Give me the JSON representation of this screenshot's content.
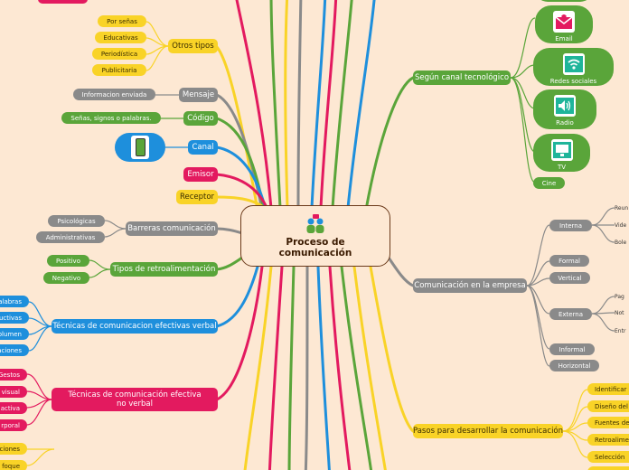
{
  "central": {
    "title": "Proceso de\ncomunicación",
    "icon": "people-communication-icon"
  },
  "left": {
    "otros_tipos": {
      "label": "Otros tipos",
      "children": [
        "Por señas",
        "Educativas",
        "Periodística",
        "Publicitaria"
      ]
    },
    "mensaje": {
      "label": "Mensaje",
      "children": [
        "Informacion enviada"
      ]
    },
    "codigo": {
      "label": "Código",
      "children": [
        "Señas, signos o palabras."
      ]
    },
    "canal": {
      "label": "Canal",
      "icon": "mobile-phone-icon"
    },
    "emisor": {
      "label": "Emisor"
    },
    "receptor": {
      "label": "Receptor"
    },
    "barreras": {
      "label": "Barreras comunicación",
      "children": [
        "Psicológicas",
        "Administrativas"
      ]
    },
    "retro": {
      "label": "Tipos de retroalimentación",
      "children": [
        "Positivo",
        "Negativo"
      ]
    },
    "verbal": {
      "label": "Técnicas  de comunicacion efectivas verbal",
      "children": [
        "palabras",
        "uctivas",
        "olumen",
        "aciones"
      ]
    },
    "no_verbal": {
      "label": "Técnicas de comunicación efectiva no verbal",
      "children": [
        "Gestos",
        "visual",
        "activa",
        "rporal"
      ]
    },
    "bottom_left": [
      "ciones",
      "foque"
    ]
  },
  "right": {
    "canal_tec": {
      "label": "Según canal tecnológico",
      "children": [
        {
          "label": "Email",
          "icon": "email-icon"
        },
        {
          "label": "Redes sociales",
          "icon": "wifi-icon"
        },
        {
          "label": "Radio",
          "icon": "speaker-icon"
        },
        {
          "label": "TV",
          "icon": "tv-icon"
        },
        {
          "label": "Cine"
        }
      ]
    },
    "empresa": {
      "label": "Comunicación en la empresa",
      "children": [
        "Interna",
        "Formal",
        "Vertical",
        "Externa",
        "Informal",
        "Horizontal"
      ],
      "interna_children": [
        "Reun",
        "Vide",
        "Bole"
      ],
      "externa_children": [
        "Pag",
        "Not",
        "Entr"
      ]
    },
    "pasos": {
      "label": "Pasos para desarrollar la comunicación",
      "children": [
        "Identificar",
        "Diseño del",
        "Fuentes de",
        "Retroalime",
        "Selección"
      ]
    }
  },
  "colors": {
    "yellow": "#f9d327",
    "gray": "#8a8a8a",
    "green": "#5aa53a",
    "blue": "#1e8fdc",
    "pink": "#e31a5f",
    "background": "#fde8d3"
  }
}
